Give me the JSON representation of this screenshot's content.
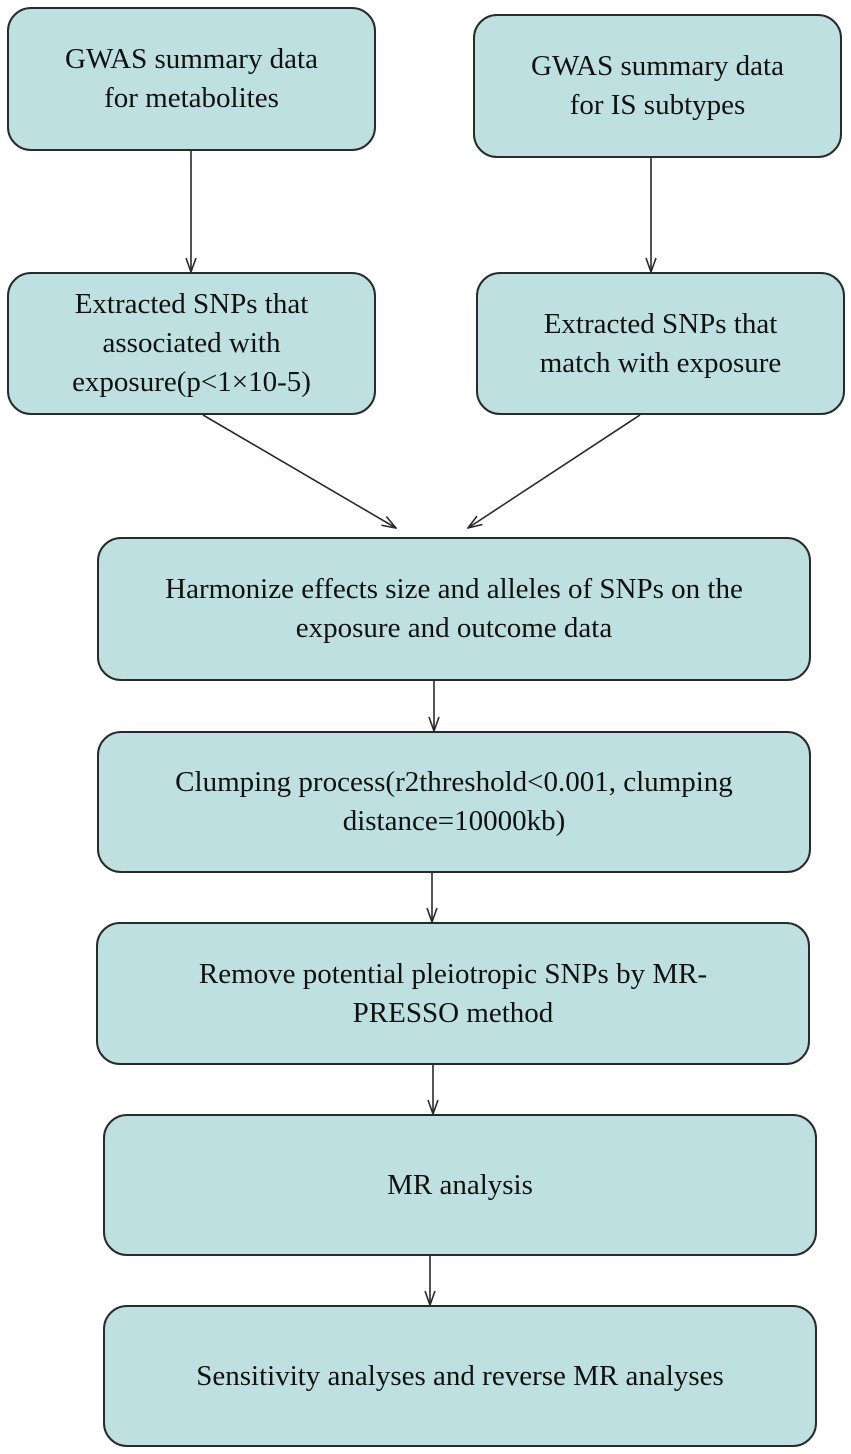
{
  "nodes": {
    "gwas_metabolites": {
      "line1": "GWAS summary data",
      "line2": "for metabolites"
    },
    "gwas_is_subtypes": {
      "line1": "GWAS summary data",
      "line2": "for IS subtypes"
    },
    "extracted_exposure": {
      "line1": "Extracted SNPs that",
      "line2": "associated with",
      "line3": "exposure(p<1×10-5)"
    },
    "extracted_match": {
      "line1": "Extracted SNPs that",
      "line2": "match with exposure"
    },
    "harmonize": {
      "line1": "Harmonize effects size and alleles of SNPs on the",
      "line2": "exposure and outcome data"
    },
    "clumping": {
      "line1": "Clumping process(r2threshold<0.001, clumping",
      "line2": "distance=10000kb)"
    },
    "mr_presso": {
      "line1": "Remove potential pleiotropic SNPs by MR-",
      "line2": "PRESSO method"
    },
    "mr_analysis": {
      "line1": "MR analysis"
    },
    "sensitivity": {
      "line1": "Sensitivity analyses and reverse MR analyses"
    }
  },
  "colors": {
    "box_fill": "#bfe0e0",
    "box_border": "#2a2a2a",
    "arrow": "#2a2a2a"
  }
}
